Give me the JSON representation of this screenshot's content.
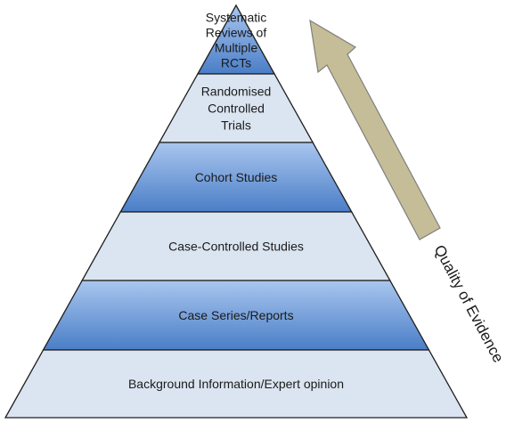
{
  "diagram": {
    "type": "evidence-pyramid",
    "tiers": [
      {
        "label_lines": [
          "Systematic",
          "Reviews of",
          "Multiple",
          "RCTs"
        ],
        "fill": "blue"
      },
      {
        "label_lines": [
          "Randomised",
          "Controlled",
          "Trials"
        ],
        "fill": "light"
      },
      {
        "label_lines": [
          "Cohort Studies"
        ],
        "fill": "blue"
      },
      {
        "label_lines": [
          "Case-Controlled Studies"
        ],
        "fill": "light"
      },
      {
        "label_lines": [
          "Case Series/Reports"
        ],
        "fill": "blue"
      },
      {
        "label_lines": [
          "Background Information/Expert opinion"
        ],
        "fill": "light"
      }
    ],
    "arrow": {
      "label": "Quality of Evidence",
      "direction": "up-left"
    },
    "colors": {
      "blue_light": "#a9c6ef",
      "blue_dark": "#4a7ec7",
      "pale_tier": "#dbe5f1",
      "outline": "#1f1f1f",
      "arrow_fill": "#c4bd97",
      "arrow_stroke": "#7f7f7f"
    }
  }
}
